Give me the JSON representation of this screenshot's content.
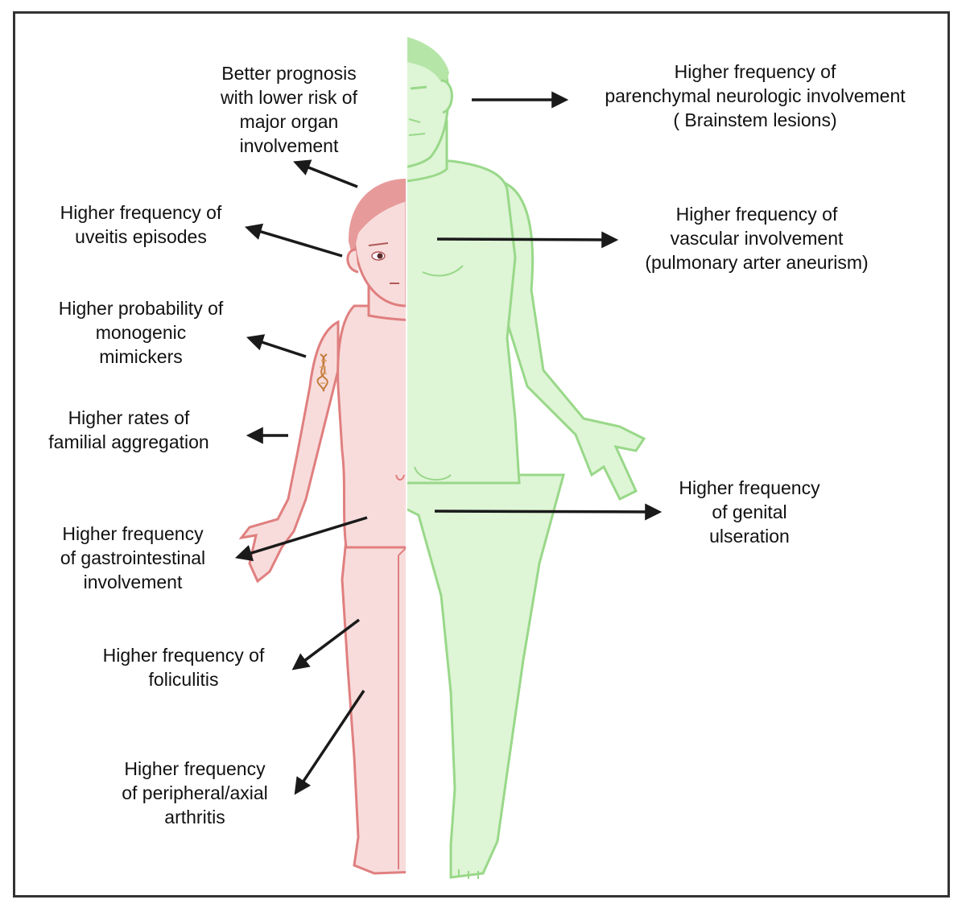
{
  "colors": {
    "child_skin": "#f8dcdc",
    "child_outline": "#e07f7f",
    "child_hair": "#e79a9a",
    "adult_skin": "#def5d6",
    "adult_outline": "#99d889",
    "adult_hair": "#b6e5a8",
    "arrow": "#1a1a1a",
    "border": "#333333"
  },
  "child_side": {
    "labels": [
      {
        "id": "prognosis",
        "text": "Better prognosis\nwith lower risk of\nmajor organ\ninvolvement"
      },
      {
        "id": "uveitis",
        "text": "Higher frequency of\nuveitis episodes"
      },
      {
        "id": "monogenic",
        "text": "Higher probability  of\nmonogenic\nmimickers"
      },
      {
        "id": "familial",
        "text": "Higher rates of\nfamilial aggregation"
      },
      {
        "id": "gastro",
        "text": "Higher frequency\nof gastrointestinal\ninvolvement"
      },
      {
        "id": "foliculitis",
        "text": "Higher frequency of\nfoliculitis"
      },
      {
        "id": "arthritis",
        "text": "Higher frequency\nof peripheral/axial\narthritis"
      }
    ]
  },
  "adult_side": {
    "labels": [
      {
        "id": "neuro",
        "text": "Higher frequency of\nparenchymal neurologic involvement\n( Brainstem lesions)"
      },
      {
        "id": "vascular",
        "text": "Higher frequency of\nvascular involvement\n(pulmonary arter aneurism)"
      },
      {
        "id": "genital",
        "text": "Higher frequency\nof genital\nulseration"
      }
    ]
  },
  "icons": {
    "dna": "dna-helix-icon"
  }
}
